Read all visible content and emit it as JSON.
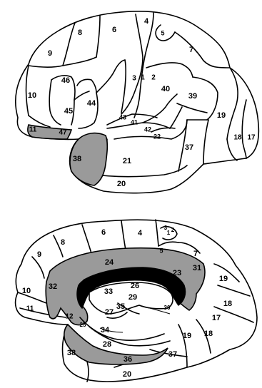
{
  "lateral": {
    "labels": [
      "9",
      "8",
      "6",
      "4",
      "5",
      "7",
      "46",
      "10",
      "45",
      "44",
      "3",
      "1",
      "2",
      "40",
      "39",
      "43",
      "41",
      "42",
      "22",
      "19",
      "11",
      "47",
      "37",
      "18",
      "17",
      "38",
      "21",
      "20"
    ]
  },
  "medial": {
    "labels": [
      "6",
      "4",
      "3",
      "1",
      "2",
      "8",
      "9",
      "5",
      "7",
      "24",
      "23",
      "31",
      "19",
      "32",
      "10",
      "33",
      "26",
      "29",
      "30",
      "18",
      "11",
      "12",
      "25",
      "35",
      "27",
      "34",
      "17",
      "28",
      "19",
      "18",
      "38",
      "36",
      "37",
      "20"
    ]
  },
  "colors": {
    "shaded": "#9a9a9a",
    "dark": "#000000",
    "outline": "#000000",
    "background": "#ffffff"
  }
}
